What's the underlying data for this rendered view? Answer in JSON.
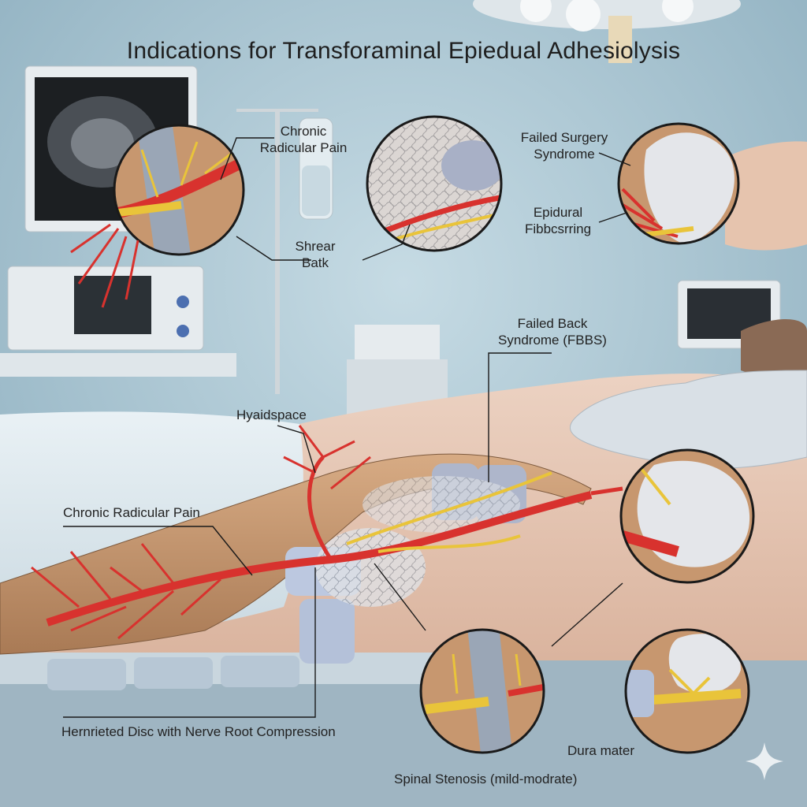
{
  "title": "Indications for Transforaminal Epiedual Adhesiolysis",
  "labels": {
    "chronic_radicular_pain_top": [
      "Chronic",
      "Radicular Pain"
    ],
    "shrear_batk": [
      "Shrear",
      "Batk"
    ],
    "failed_surgery_syndrome": [
      "Failed Surgery",
      "Syndrome"
    ],
    "epidural_fibrosis": [
      "Epidural",
      "Fibbcsrring"
    ],
    "failed_back_syndrome": [
      "Failed Back",
      "Syndrome (FBBS)"
    ],
    "hyaidspace": "Hyaidspace",
    "chronic_radicular_pain_left": "Chronic Radicular Pain",
    "herniated_disc": "Hernrieted Disc with Nerve Root Compression",
    "dura_mater": "Dura mater",
    "spinal_stenosis": "Spinal Stenosis (mild-modrate)"
  },
  "colors": {
    "wall": "#a9c3cf",
    "nerve_red": "#d8322e",
    "nerve_yellow": "#e9c43a",
    "fibrosis_gray": "#c9ccd2",
    "tissue_tan": "#c89a72",
    "skin": "#e7c7b4",
    "glove": "#d9e0e6"
  },
  "icons": [
    "sparkle-icon"
  ]
}
